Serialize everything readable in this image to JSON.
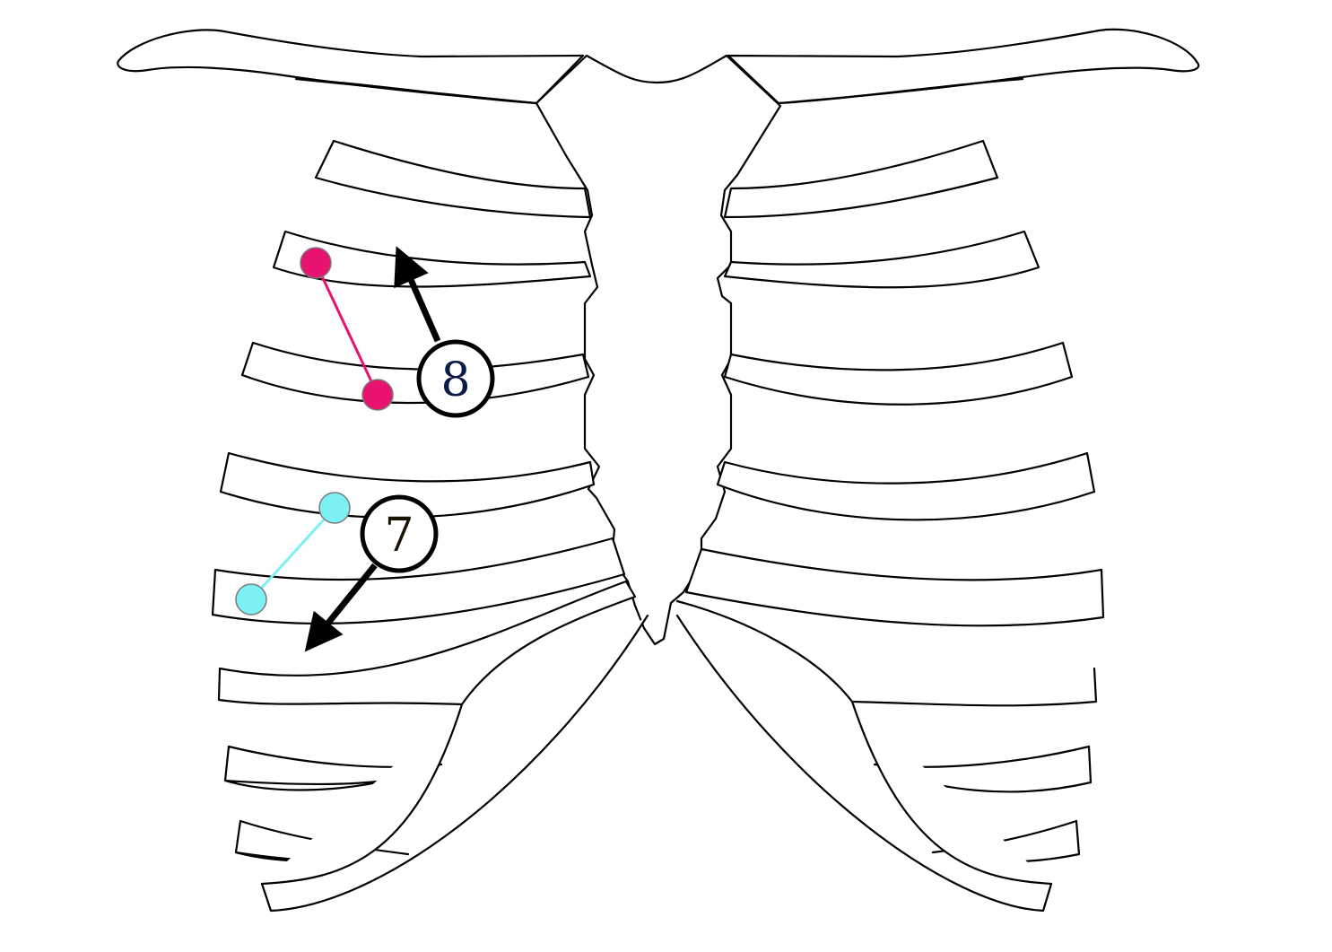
{
  "colors": {
    "background": "#ffffff",
    "outline": "#000000",
    "marker_8_color": "#e8136f",
    "marker_7_color": "#7df0f4",
    "label_8_text_color": "#0b1a4a",
    "label_7_text_color": "#1a1200"
  },
  "markers": [
    {
      "id": "marker-8",
      "label": "8",
      "direction": "up-left"
    },
    {
      "id": "marker-7",
      "label": "7",
      "direction": "down-left"
    }
  ]
}
